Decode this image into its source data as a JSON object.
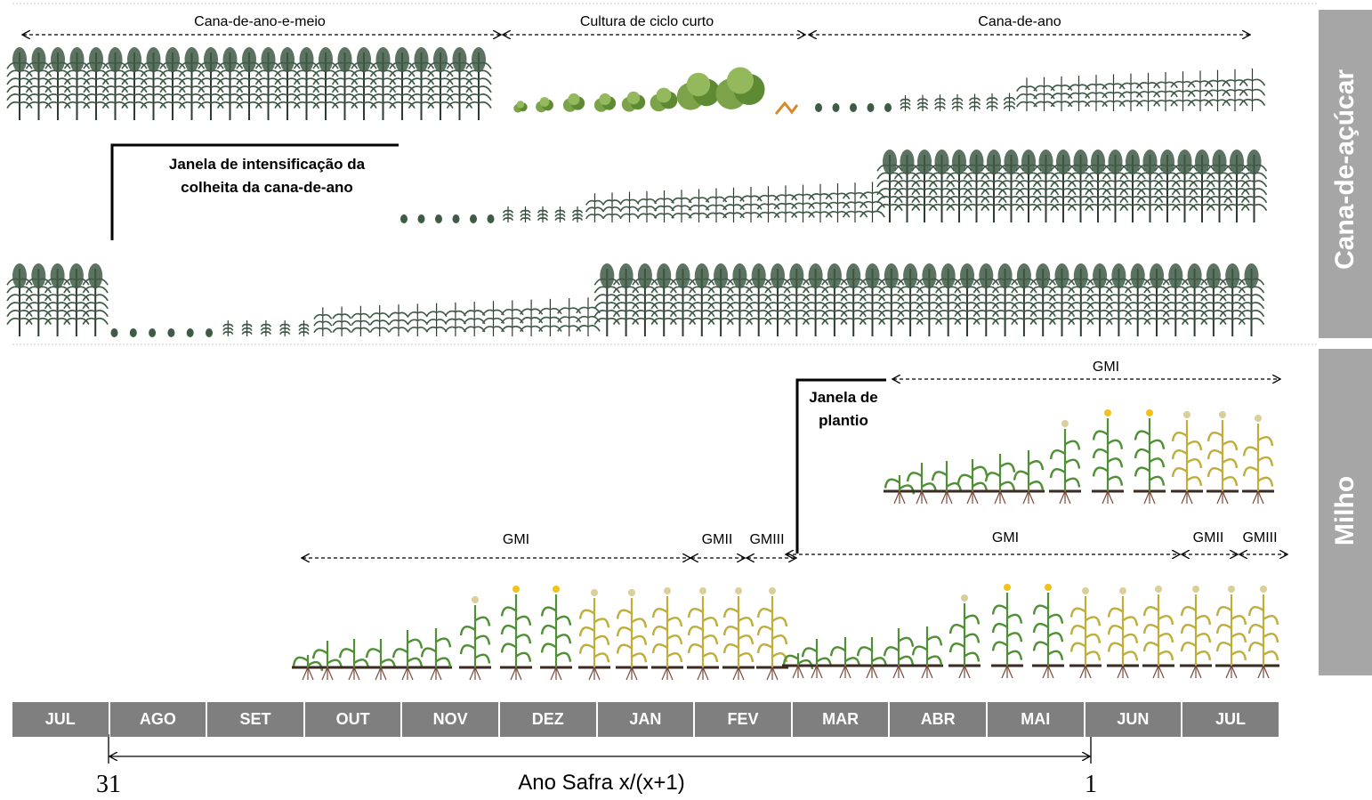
{
  "sidebar": {
    "sugarcane_label": "Cana-de-açúcar",
    "corn_label": "Milho"
  },
  "sugarcane": {
    "cycle_labels": {
      "cana_ano_meio": "Cana-de-ano-e-meio",
      "ciclo_curto": "Cultura de ciclo curto",
      "cana_ano": "Cana-de-ano"
    },
    "harvest_window": {
      "line1": "Janela de intensificação da",
      "line2": "colheita da cana-de-ano"
    }
  },
  "corn": {
    "planting_window": {
      "line1": "Janela de",
      "line2": "plantio"
    },
    "top_row": {
      "gmi": "GMI"
    },
    "bottom_row": {
      "gmi_first": "GMI",
      "gmii_first": "GMII",
      "gmiii_first": "GMIII",
      "gmi_second": "GMI",
      "gmii_second": "GMII",
      "gmiii_second": "GMIII"
    }
  },
  "months": [
    "JUL",
    "AGO",
    "SET",
    "OUT",
    "NOV",
    "DEZ",
    "JAN",
    "FEV",
    "MAR",
    "ABR",
    "MAI",
    "JUN",
    "JUL"
  ],
  "harvest_year": {
    "label": "Ano Safra x/(x+1)",
    "start_day": "31",
    "end_day": "1"
  },
  "colors": {
    "sidebar": "#a6a6a6",
    "month_bar": "#7f7f7f",
    "cane_leaf": "#3f5a46",
    "cane_stem": "#2d3b31",
    "corn_green": "#4f8f35",
    "corn_yellow": "#bfae3a",
    "tassel": "#f2c21b",
    "soil": "#3a2a22",
    "root": "#7a4a3a"
  }
}
